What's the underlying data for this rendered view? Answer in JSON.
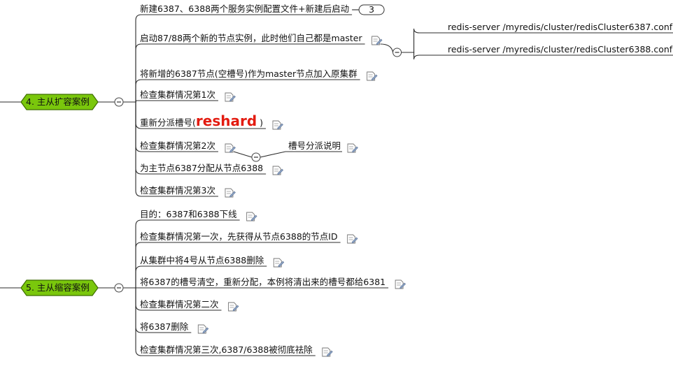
{
  "branches": [
    {
      "id": "expand",
      "label": "4. 主从扩容案例",
      "items": [
        {
          "parts": [
            {
              "text": "新建6387、6388两个服务实例配置文件+新建后启动"
            }
          ],
          "badge": "3"
        },
        {
          "parts": [
            {
              "text": "启动87/88两个新的节点实例，此时他们自己都是master"
            }
          ],
          "note": true,
          "children": [
            {
              "text": "redis-server /myredis/cluster/redisCluster6387.conf"
            },
            {
              "text": "redis-server /myredis/cluster/redisCluster6388.conf"
            }
          ]
        },
        {
          "parts": [
            {
              "text": "将新增的6387节点(空槽号)作为master节点加入原集群"
            }
          ],
          "note": true
        },
        {
          "parts": [
            {
              "text": "检查集群情况第1次"
            }
          ],
          "note": true
        },
        {
          "parts": [
            {
              "text": "重新分派槽号("
            },
            {
              "text": "reshard",
              "emph": true
            },
            {
              "text": " )"
            }
          ],
          "note": true
        },
        {
          "parts": [
            {
              "text": "检查集群情况第2次"
            }
          ],
          "note": true,
          "children": [
            {
              "text": "槽号分派说明",
              "note": true
            }
          ]
        },
        {
          "parts": [
            {
              "text": "为主节点6387分配从节点6388"
            }
          ],
          "note": true
        },
        {
          "parts": [
            {
              "text": "检查集群情况第3次"
            }
          ],
          "note": true
        }
      ]
    },
    {
      "id": "shrink",
      "label": "5. 主从缩容案例",
      "items": [
        {
          "parts": [
            {
              "text": "目的：6387和6388下线"
            }
          ],
          "note": true
        },
        {
          "parts": [
            {
              "text": "检查集群情况第一次，先获得从节点6388的节点ID"
            }
          ],
          "note": true
        },
        {
          "parts": [
            {
              "text": "从集群中将4号从节点6388删除"
            }
          ],
          "note": true
        },
        {
          "parts": [
            {
              "text": "将6387的槽号清空，重新分配，本例将清出来的槽号都给6381"
            }
          ],
          "note": true
        },
        {
          "parts": [
            {
              "text": "检查集群情况第二次"
            }
          ],
          "note": true
        },
        {
          "parts": [
            {
              "text": "将6387删除"
            }
          ],
          "note": true
        },
        {
          "parts": [
            {
              "text": "检查集群情况第三次,6387/6388被彻底祛除"
            }
          ],
          "note": true
        }
      ]
    }
  ],
  "colors": {
    "root_fill": "#7ac70c",
    "root_stroke": "#3e6e00",
    "emphasis": "#e31b10",
    "line": "#2b2b2b"
  }
}
